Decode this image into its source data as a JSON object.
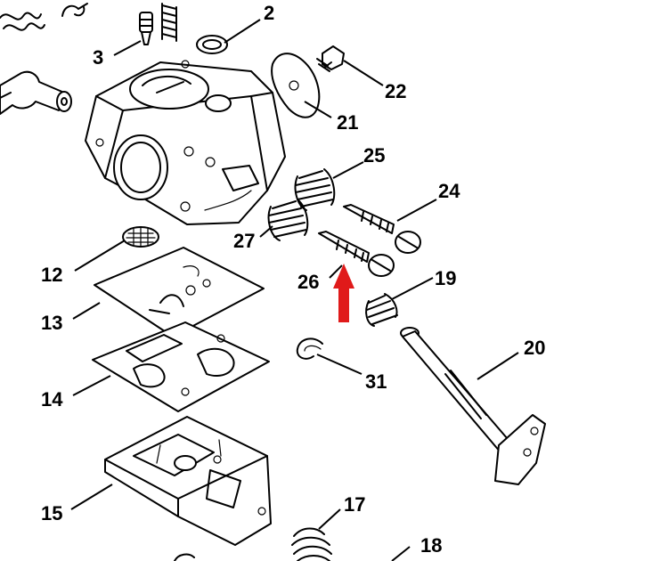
{
  "colors": {
    "ink": "#000000",
    "background": "#ffffff",
    "arrow": "#e01a1a"
  },
  "labels": {
    "p2": "2",
    "p3": "3",
    "p12": "12",
    "p13": "13",
    "p14": "14",
    "p15": "15",
    "p17": "17",
    "p18": "18",
    "p19": "19",
    "p20": "20",
    "p21": "21",
    "p22": "22",
    "p24": "24",
    "p25": "25",
    "p26": "26",
    "p27": "27",
    "p31": "31"
  },
  "icons": {
    "highlight_arrow": "arrow-up-icon"
  }
}
